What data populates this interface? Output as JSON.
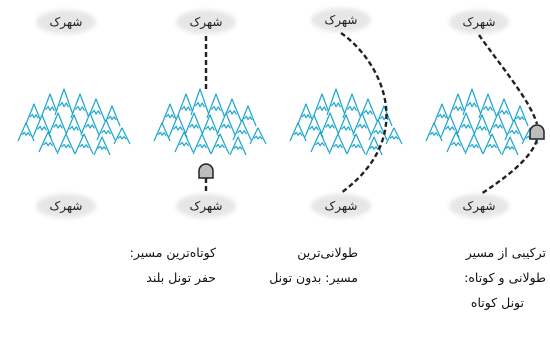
{
  "town_label": "شهرک",
  "panels": [
    {
      "id": "tunnel-long",
      "route": "tunnel",
      "caption": [
        "کوتاه‌ترین مسیر:",
        "حفر تونل بلند"
      ]
    },
    {
      "id": "detour",
      "route": "detour",
      "caption": [
        "طولانی‌ترین",
        "مسیر: بدون تونل"
      ]
    },
    {
      "id": "mixed",
      "route": "mixed",
      "caption": [
        "ترکیبی از مسیر",
        "طولانی و کوتاه:",
        "تونل کوتاه"
      ]
    }
  ],
  "colors": {
    "mountain": "#1aa6cf",
    "road": "#222222",
    "town_bg": "#e6e6e6",
    "tunnel_fill": "#bdbdbd"
  }
}
